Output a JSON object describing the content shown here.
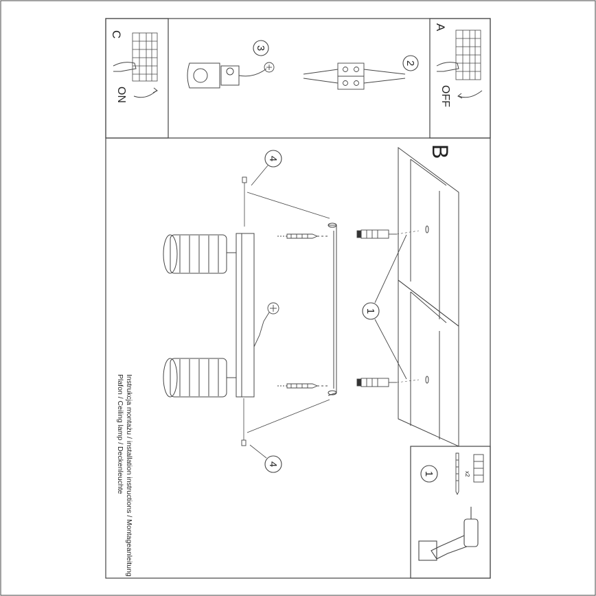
{
  "panels": {
    "A": {
      "letter": "A",
      "state": "OFF"
    },
    "C": {
      "letter": "C",
      "state": "ON"
    },
    "B": {
      "letter": "B"
    }
  },
  "steps": {
    "s1": "1",
    "s2": "2",
    "s3": "3",
    "s4": "4"
  },
  "parts": {
    "qty": "x2"
  },
  "caption": {
    "line1": "Instrukcja montażu / installation instructions / Montageanleitung",
    "line2": "Plafon / Ceiling lamp / Deckenleuchte"
  },
  "colors": {
    "line": "#3a3a3a",
    "frame": "#444444",
    "background": "#ffffff"
  },
  "icons": [
    "hand-icon",
    "circuit-breaker-icon",
    "arrow-icon",
    "wire-connector-icon",
    "ground-symbol-icon",
    "drill-icon",
    "screw-icon",
    "wall-plug-icon"
  ]
}
